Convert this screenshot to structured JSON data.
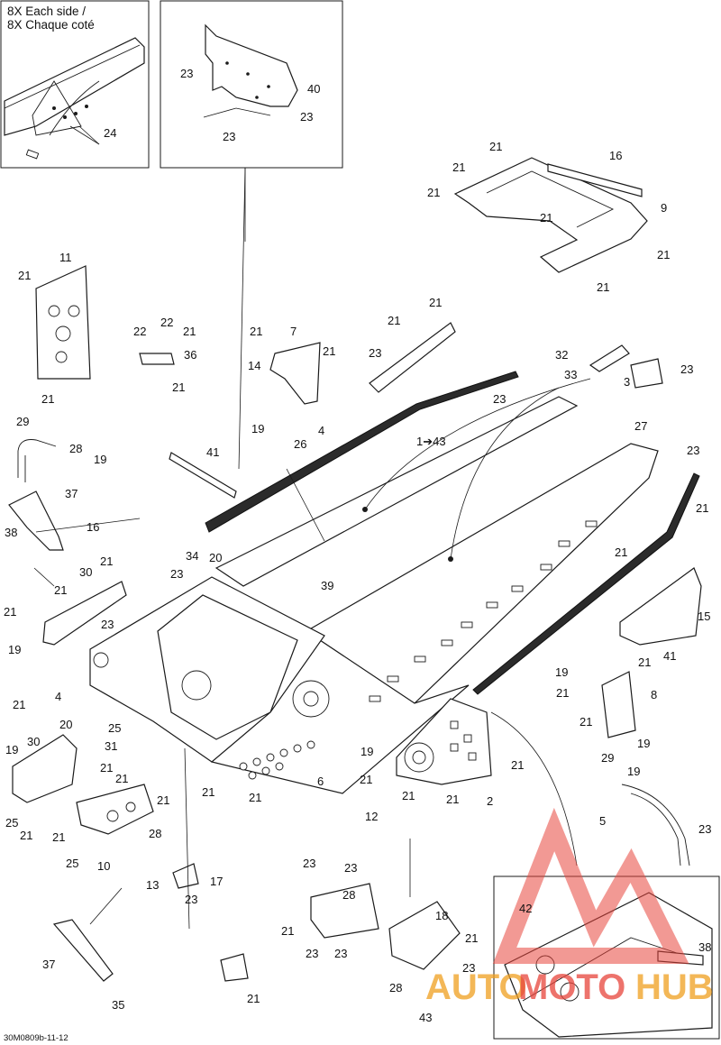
{
  "inset_note": {
    "line1": "8X Each side /",
    "line2": "8X Chaque coté"
  },
  "figure_code": "30M0809b-11-12",
  "watermark": {
    "part1": "AUTO",
    "part2": "MOTO",
    "part3": "HUB",
    "color_orange": "#f0a020",
    "color_red": "#e8453c"
  },
  "callouts": [
    "24",
    "23",
    "40",
    "23",
    "23",
    "21",
    "21",
    "16",
    "21",
    "21",
    "9",
    "21",
    "21",
    "11",
    "21",
    "21",
    "22",
    "21",
    "22",
    "36",
    "21",
    "21",
    "7",
    "21",
    "14",
    "21",
    "21",
    "23",
    "23",
    "32",
    "33",
    "23",
    "3",
    "29",
    "28",
    "19",
    "37",
    "38",
    "16",
    "41",
    "19",
    "26",
    "4",
    "1➔43",
    "27",
    "23",
    "21",
    "34",
    "21",
    "30",
    "21",
    "21",
    "23",
    "20",
    "23",
    "39",
    "19",
    "21",
    "4",
    "21",
    "15",
    "21",
    "41",
    "19",
    "21",
    "8",
    "21",
    "19",
    "20",
    "19",
    "30",
    "21",
    "25",
    "31",
    "21",
    "21",
    "21",
    "19",
    "6",
    "21",
    "12",
    "21",
    "21",
    "21",
    "2",
    "25",
    "21",
    "21",
    "25",
    "10",
    "21",
    "28",
    "29",
    "19",
    "5",
    "23",
    "13",
    "23",
    "17",
    "23",
    "23",
    "28",
    "21",
    "23",
    "23",
    "18",
    "21",
    "23",
    "28",
    "43",
    "42",
    "38",
    "37",
    "35",
    "21"
  ]
}
